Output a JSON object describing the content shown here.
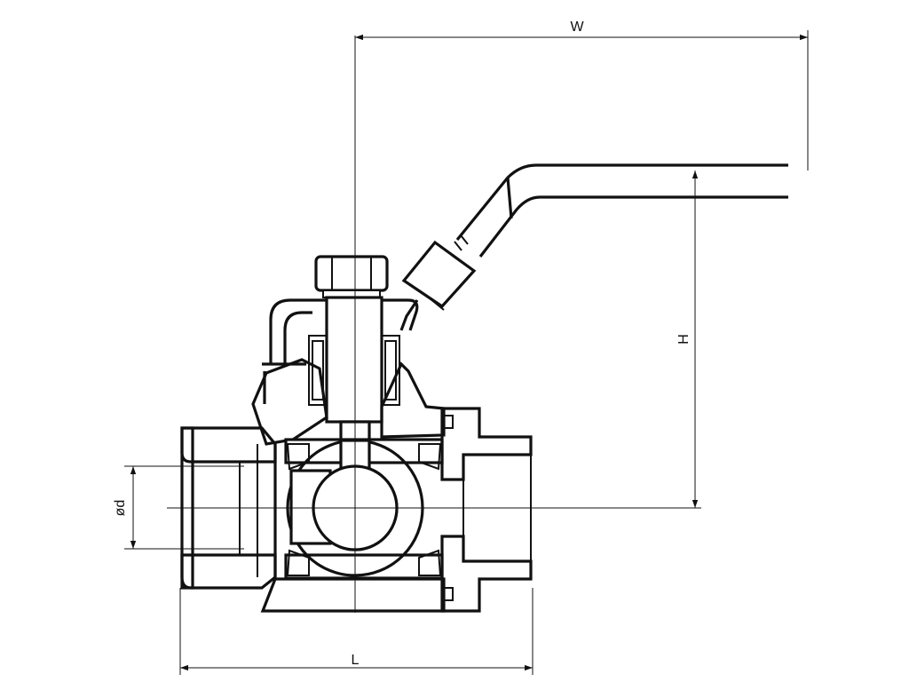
{
  "dimensions": {
    "width_label": "W",
    "height_label": "H",
    "length_label": "L",
    "bore_label": "ød"
  },
  "colors": {
    "line": "#111111",
    "background": "#ffffff"
  }
}
